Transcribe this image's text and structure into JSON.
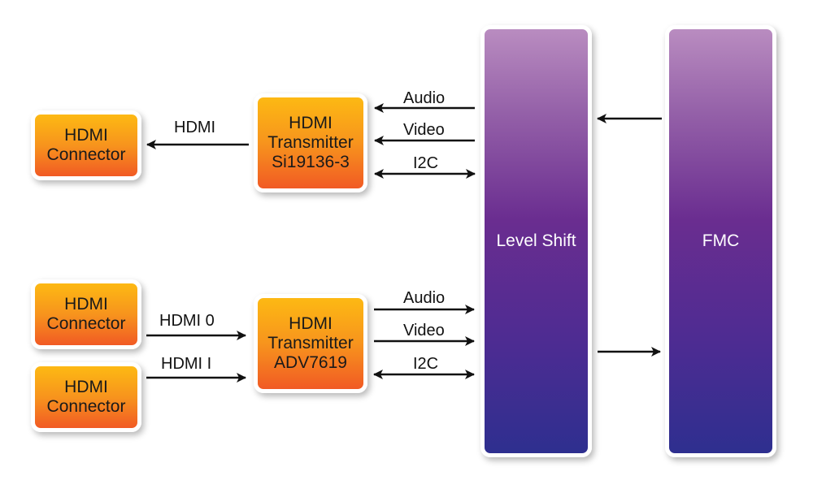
{
  "nodes": {
    "tx_connector": {
      "line1": "HDMI",
      "line2": "Connector"
    },
    "transmitter_top": {
      "line1": "HDMI",
      "line2": "Transmitter",
      "line3": "Si19136-3"
    },
    "rx_connector_0": {
      "line1": "HDMI",
      "line2": "Connector"
    },
    "rx_connector_1": {
      "line1": "HDMI",
      "line2": "Connector"
    },
    "transmitter_bottom": {
      "line1": "HDMI",
      "line2": "Transmitter",
      "line3": "ADV7619"
    },
    "level_shift": {
      "label": "Level Shift"
    },
    "fmc": {
      "label": "FMC"
    }
  },
  "edges": {
    "hdmi_out": "HDMI",
    "hdmi_in_0": "HDMI 0",
    "hdmi_in_1": "HDMI I",
    "top_audio": "Audio",
    "top_video": "Video",
    "top_i2c": "I2C",
    "bottom_audio": "Audio",
    "bottom_video": "Video",
    "bottom_i2c": "I2C"
  },
  "colors": {
    "orange_top": "#fdb913",
    "orange_bottom": "#f15a24",
    "purple_top": "#b98cc0",
    "purple_bottom": "#2e2f8f"
  }
}
